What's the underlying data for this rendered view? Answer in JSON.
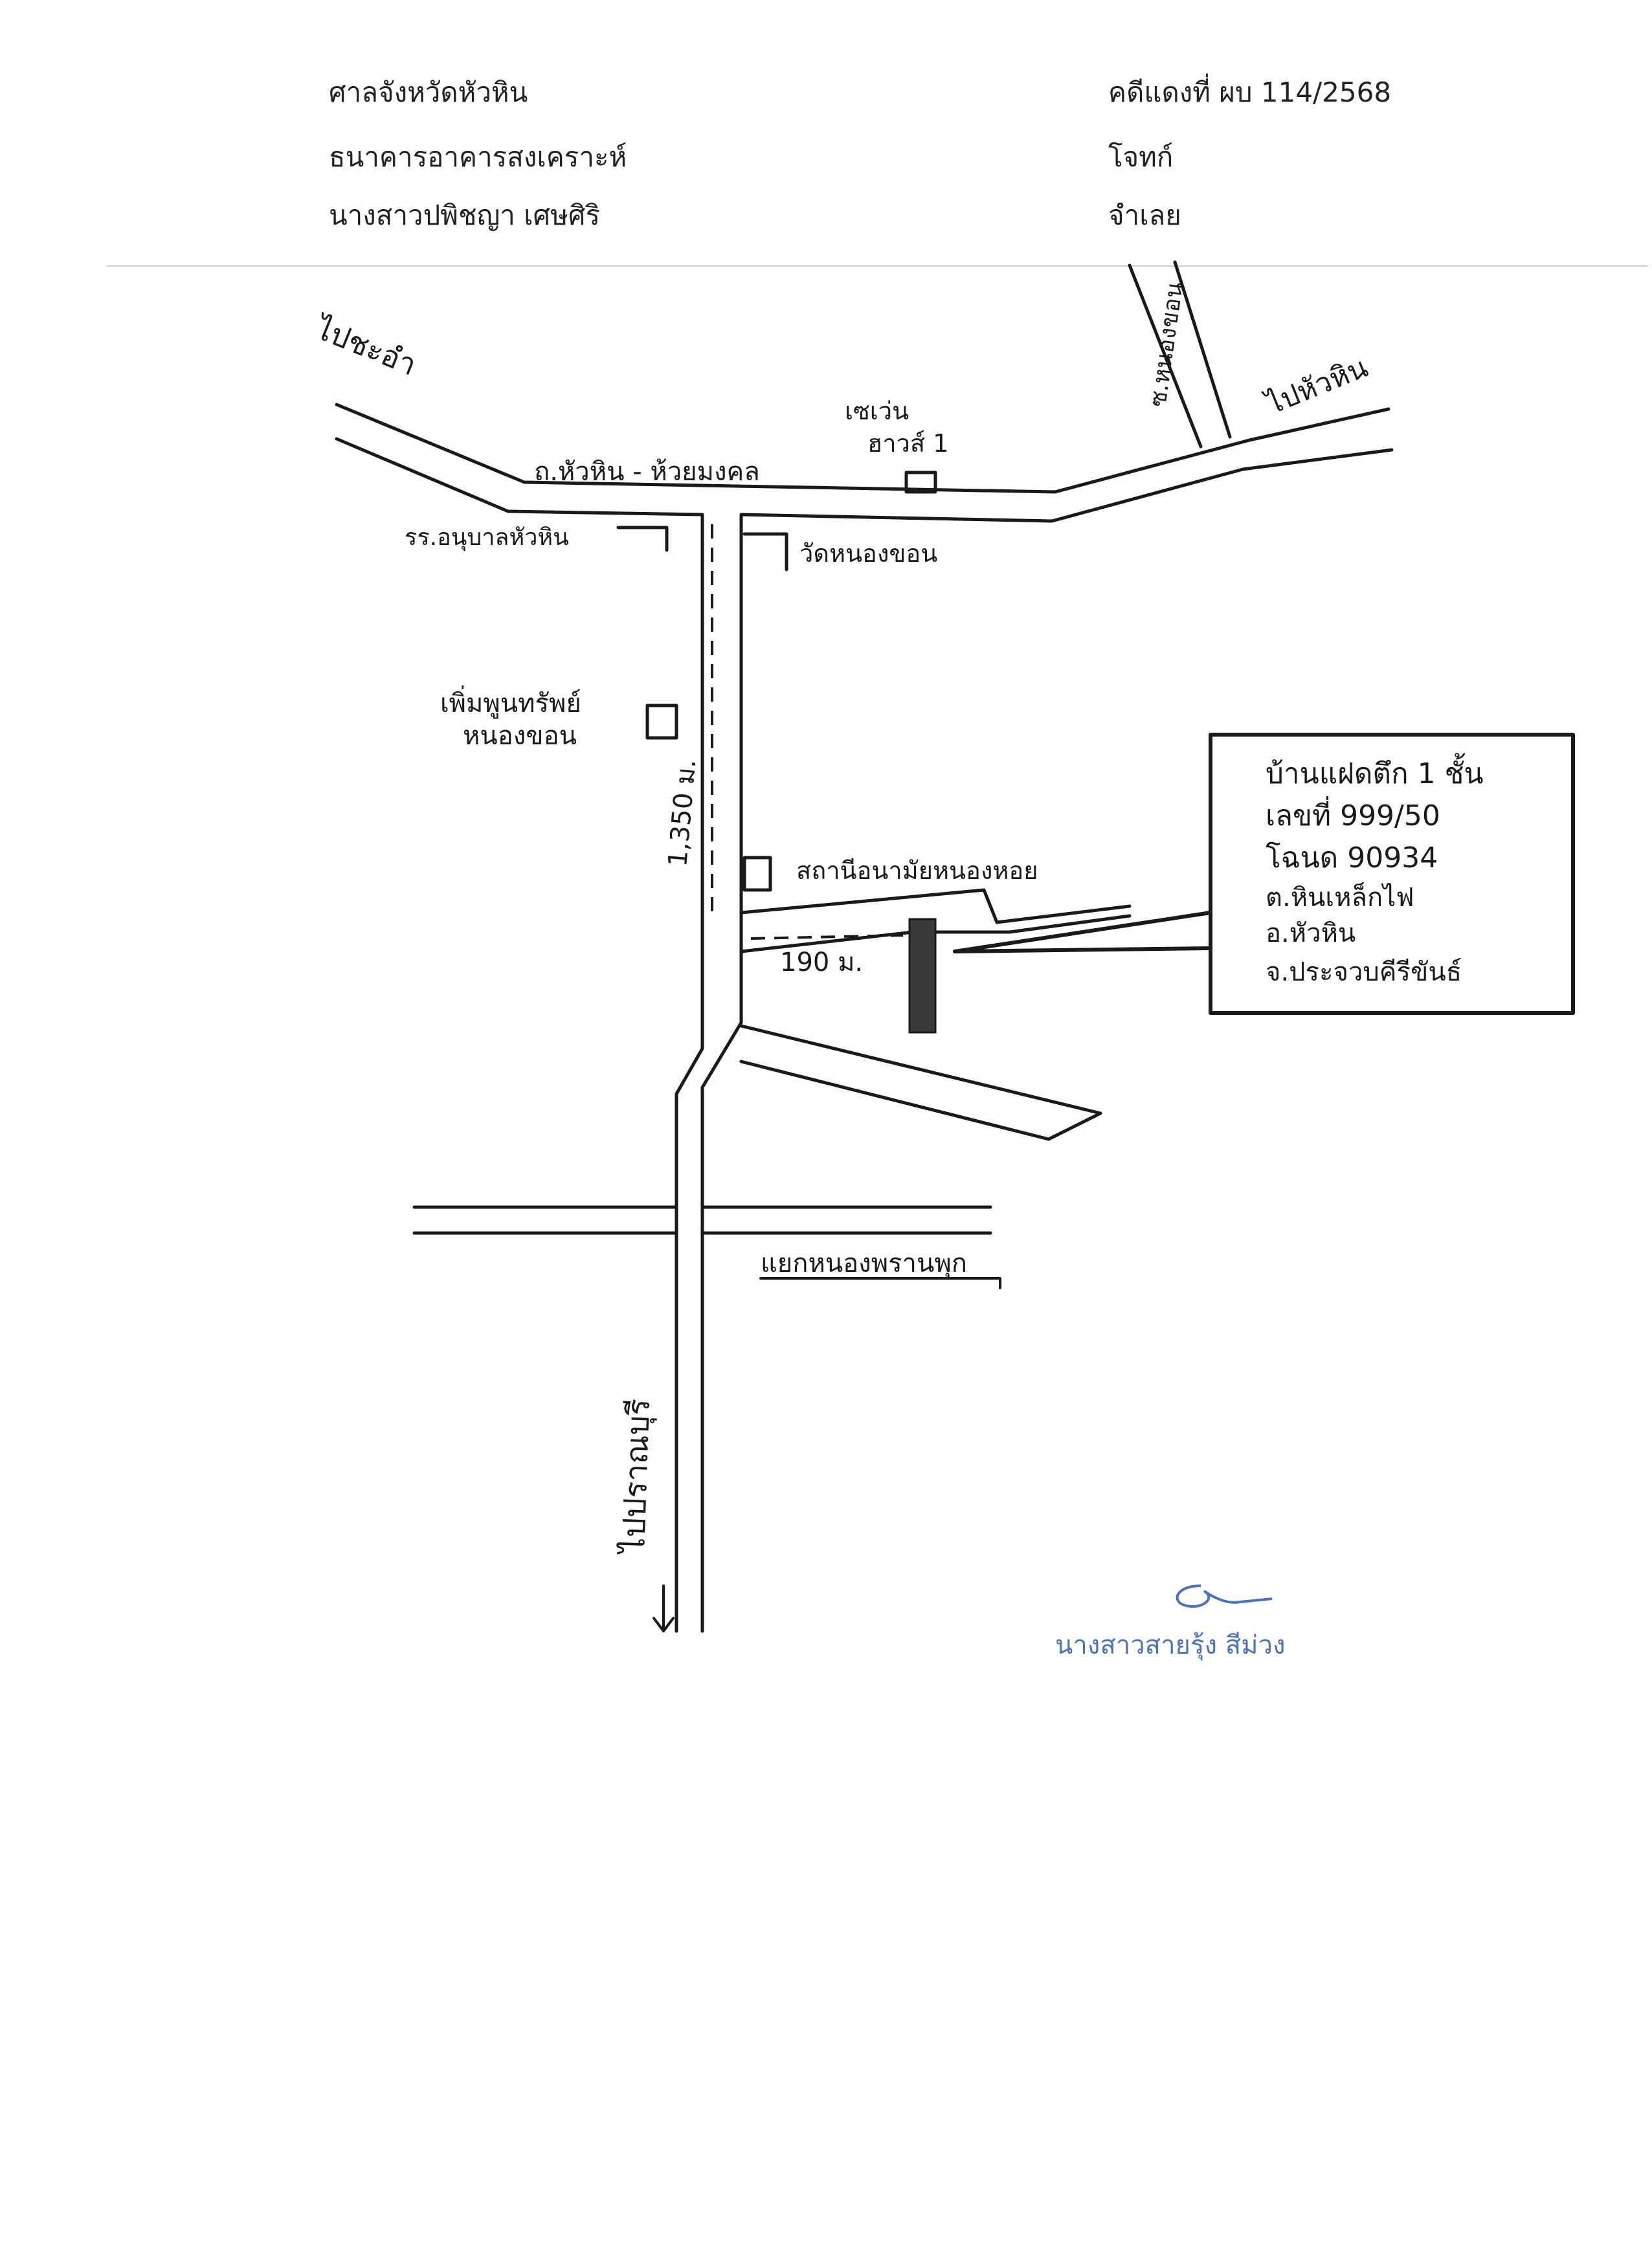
{
  "header": {
    "court": "ศาลจังหวัดหัวหิน",
    "case_number": "คดีแดงที่ ผบ 114/2568",
    "plaintiff_name": "ธนาคารอาคารสงเคราะห์",
    "plaintiff_role": "โจทก์",
    "defendant_name": "นางสาวปพิชญา  เศษศิริ",
    "defendant_role": "จำเลย"
  },
  "map": {
    "labels": {
      "to_cha_am": "ไปชะอำ",
      "to_hua_hin": "ไปหัวหิน",
      "side_road_top": "ซ.หนองขอน",
      "main_road": "ถ.หัวหิน - ห้วยมงคล",
      "seven_eleven": "เซเว่น",
      "seven_eleven_line2": "ฮาวส์ 1",
      "school": "รร.อนุบาลหัวหิน",
      "temple": "วัดหนองขอน",
      "coop": "เพิ่มพูนทรัพย์",
      "coop_line2": "หนองขอน",
      "distance_long": "1,350 ม.",
      "health_station": "สถานีอนามัยหนองหอย",
      "distance_short": "190 ม.",
      "junction": "แยกหนองพรานพุก",
      "to_pranburi": "ไปปราณบุรี"
    },
    "property_box": {
      "line1": "บ้านแฝดตึก 1 ชั้น",
      "line2": "เลขที่ 999/50",
      "line3": "โฉนด 90934",
      "line4": "ต.หินเหล็กไฟ",
      "line5": "อ.หัวหิน",
      "line6": "จ.ประจวบคีรีขันธ์"
    }
  },
  "signature": {
    "name": "นางสาวสายรุ้ง  สีม่วง"
  },
  "colors": {
    "ink": "#1a1a1a",
    "signature_ink": "#4a72c4",
    "building_fill": "#3a3a3a"
  }
}
